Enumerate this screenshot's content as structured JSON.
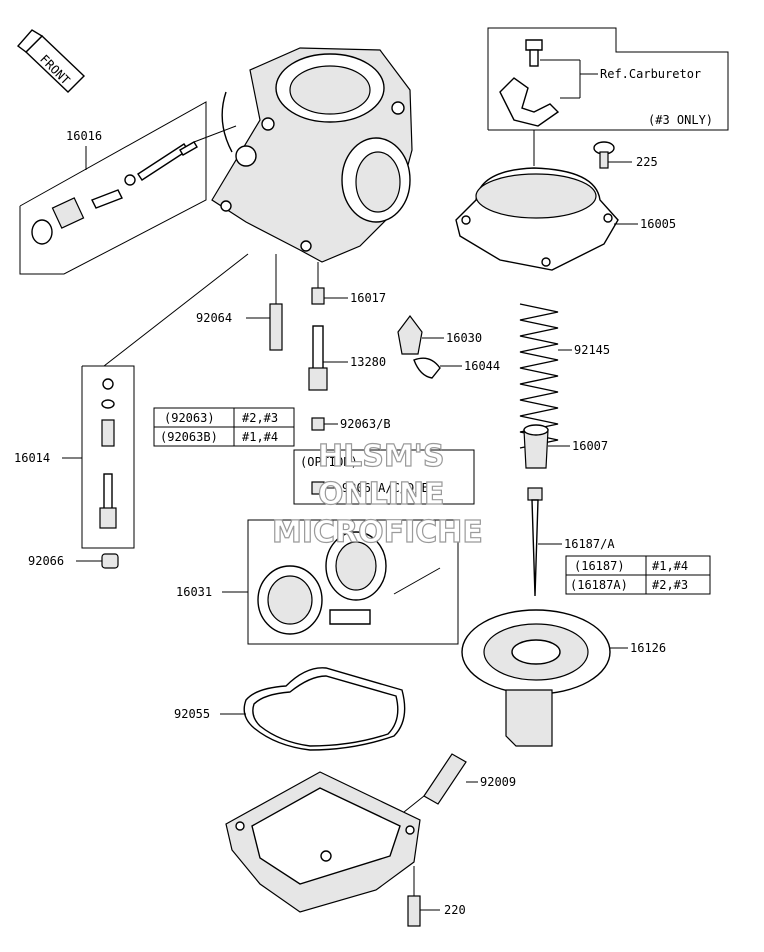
{
  "front_label": "FRONT",
  "ref_box": {
    "label": "Ref.Carburetor",
    "note": "(#3 ONLY)"
  },
  "parts": {
    "p16016": "16016",
    "p16014": "16014",
    "p92066": "92066",
    "p92064": "92064",
    "p16017": "16017",
    "p16030": "16030",
    "p16044": "16044",
    "p13280": "13280",
    "p92063b": "92063/B",
    "p16031": "16031",
    "p92055": "92055",
    "p92009": "92009",
    "p220": "220",
    "p225": "225",
    "p16005": "16005",
    "p92145": "92145",
    "p16007": "16007",
    "p16187a": "16187/A",
    "p16126": "16126"
  },
  "option_box": {
    "title": "(OPTION)",
    "part": "92063A/C/D/E"
  },
  "table_92063": [
    {
      "part": "(92063)",
      "models": "#2,#3"
    },
    {
      "part": "(92063B)",
      "models": "#1,#4"
    }
  ],
  "table_16187": [
    {
      "part": "(16187)",
      "models": "#1,#4"
    },
    {
      "part": "(16187A)",
      "models": "#2,#3"
    }
  ],
  "watermark": {
    "line1": "HLSM'S",
    "line2": "ONLINE",
    "line3": "MICROFICHE"
  }
}
